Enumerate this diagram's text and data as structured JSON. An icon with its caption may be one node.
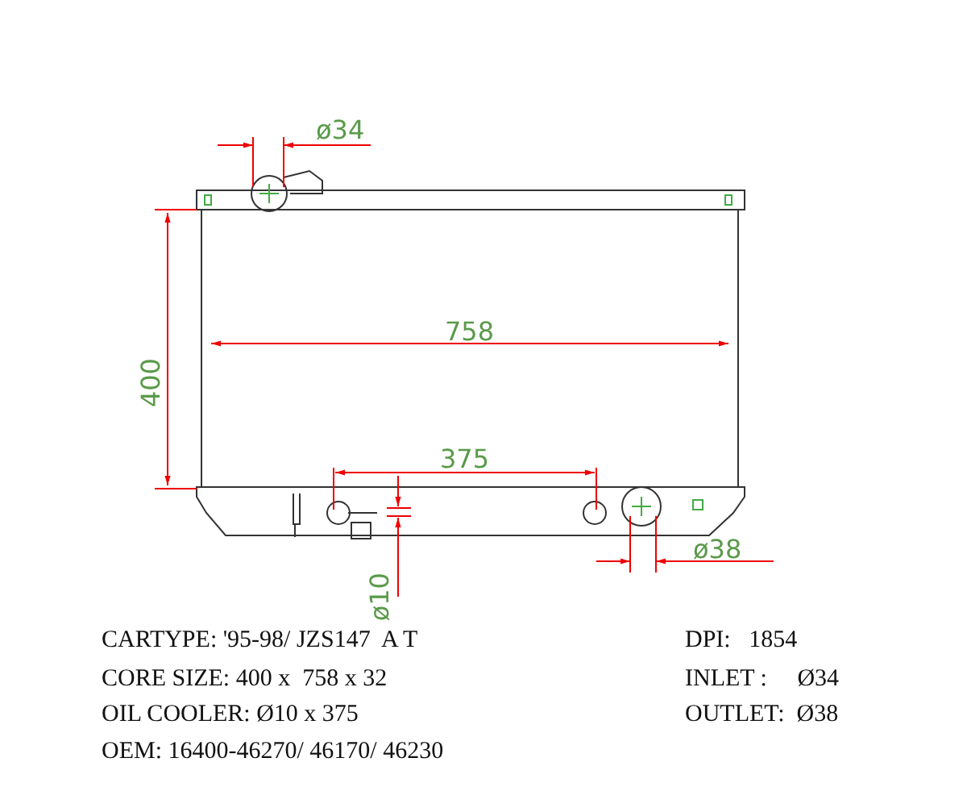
{
  "diagram": {
    "labels": [
      "ø34",
      "758",
      "400",
      "375",
      "ø10",
      "ø38",
      "CARTYPE: '95-98/ JZS147  A T",
      "DPI:   1854",
      "CORE SIZE: 400 x  758 x 32",
      "INLET :     Ø34",
      "OIL COOLER: Ø10 x 375",
      "OUTLET:  Ø38",
      "OEM: 16400-46270/ 46170/ 46230"
    ]
  }
}
